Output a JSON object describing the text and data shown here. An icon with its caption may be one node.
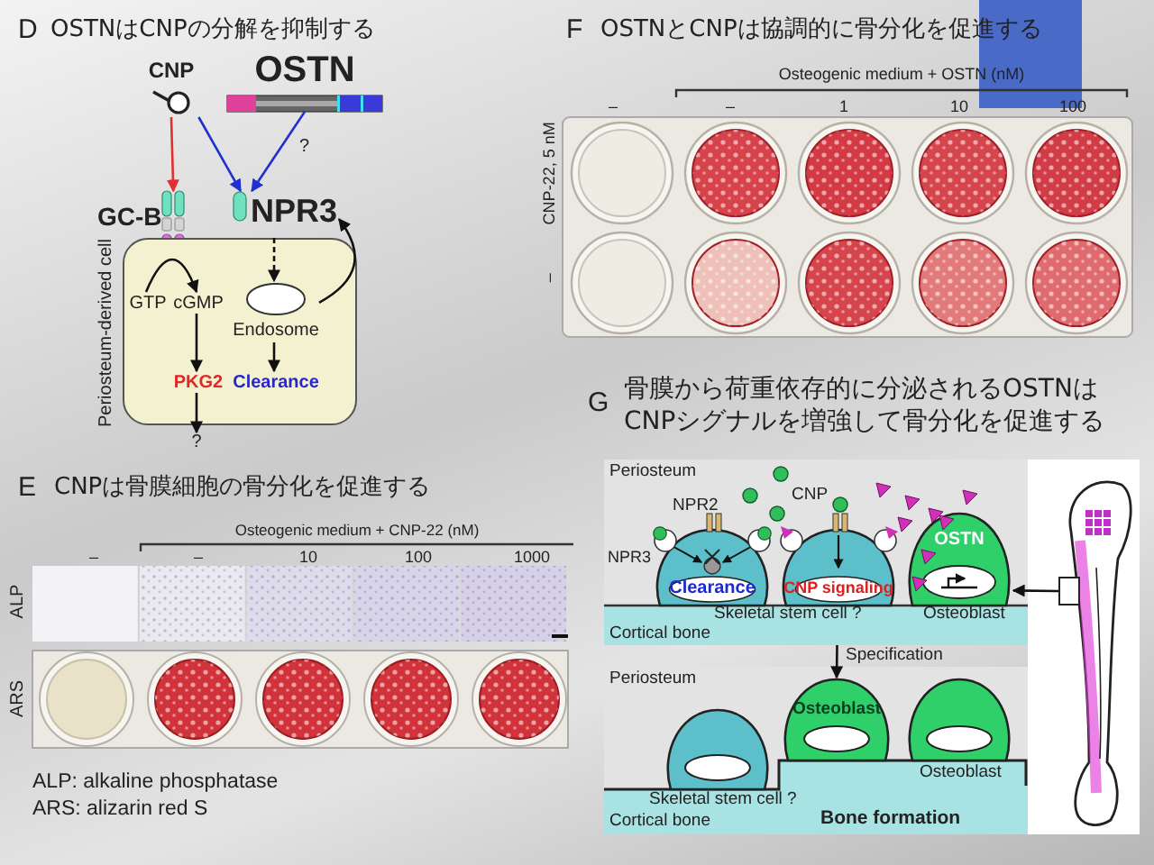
{
  "diagram": {
    "nodes": [
      {
        "text": [
          "CNP"
        ]
      },
      {
        "text": [
          "OSTN"
        ]
      },
      {
        "text": [
          "GC-B"
        ]
      },
      {
        "text": [
          "NPR3"
        ]
      },
      {
        "text": [
          "Periosteum-derived cell"
        ]
      },
      {
        "text": [
          "GTP"
        ],
        "in": 4
      },
      {
        "text": [
          "cGMP"
        ],
        "in": 4
      },
      {
        "text": [
          "Endosome"
        ],
        "in": 4
      },
      {
        "text": [
          "PKG2"
        ],
        "in": 4
      },
      {
        "text": [
          "Clearance"
        ],
        "in": 4
      },
      {
        "text": [
          "?"
        ]
      },
      {
        "text": [
          "Periosteum"
        ]
      },
      {
        "text": [
          "Clearance"
        ],
        "in": 11
      },
      {
        "text": [
          "CNP signaling"
        ],
        "in": 11
      },
      {
        "text": [
          "OSTN"
        ],
        "in": 11
      },
      {
        "text": [
          "Periosteum"
        ]
      },
      {
        "text": [],
        "shape": "dome",
        "in": 15
      },
      {
        "text": [
          "Osteoblast"
        ],
        "in": 15
      },
      {
        "text": [],
        "shape": "dome",
        "in": 15
      },
      {
        "text": [],
        "shape": "box"
      }
    ],
    "edges": [
      {
        "from": 0,
        "to": 2,
        "arrow": "to",
        "color": "#e03030"
      },
      {
        "from": 0,
        "to": 3,
        "arrow": "to",
        "color": "#2030d0"
      },
      {
        "from": 1,
        "to": 3,
        "arrow": "to",
        "label": "?",
        "color": "#2030d0"
      },
      {
        "from": 5,
        "to": 6,
        "arrow": "to"
      },
      {
        "from": 6,
        "to": 8,
        "arrow": "to"
      },
      {
        "from": 8,
        "to": 10,
        "arrow": "to"
      },
      {
        "from": 3,
        "to": 7,
        "arrow": "to",
        "style": "dashed"
      },
      {
        "from": 7,
        "to": 3,
        "arrow": "to"
      },
      {
        "from": 7,
        "to": 9,
        "arrow": "to"
      },
      {
        "from": 11,
        "to": 17,
        "arrow": "to",
        "label": "Specification"
      },
      {
        "from": 19,
        "to": 14,
        "arrow": "to"
      }
    ],
    "labels": [
      "D",
      "OSTNはCNPの分解を抑制する",
      "F",
      "OSTNとCNPは協調的に骨分化を促進する",
      "Osteogenic medium + OSTN (nM)",
      "–",
      "–",
      "1",
      "10",
      "100",
      "CNP-22, 5 nM",
      "–",
      "E",
      "CNPは骨膜細胞の骨分化を促進する",
      "Osteogenic medium + CNP-22 (nM)",
      "–",
      "–",
      "10",
      "100",
      "1000",
      "ALP",
      "ARS",
      "ALP: alkaline phosphatase",
      "ARS: alizarin red S",
      "G",
      "骨膜から荷重依存的に分泌されるOSTNはCNPシグナルを増強して骨分化を促進する",
      "NPR2",
      "CNP",
      "NPR3",
      "Skeletal stem cell ?",
      "Osteoblast",
      "Cortical bone",
      "Skeletal stem cell ?",
      "Osteoblast",
      "Cortical bone",
      "Bone formation"
    ]
  }
}
